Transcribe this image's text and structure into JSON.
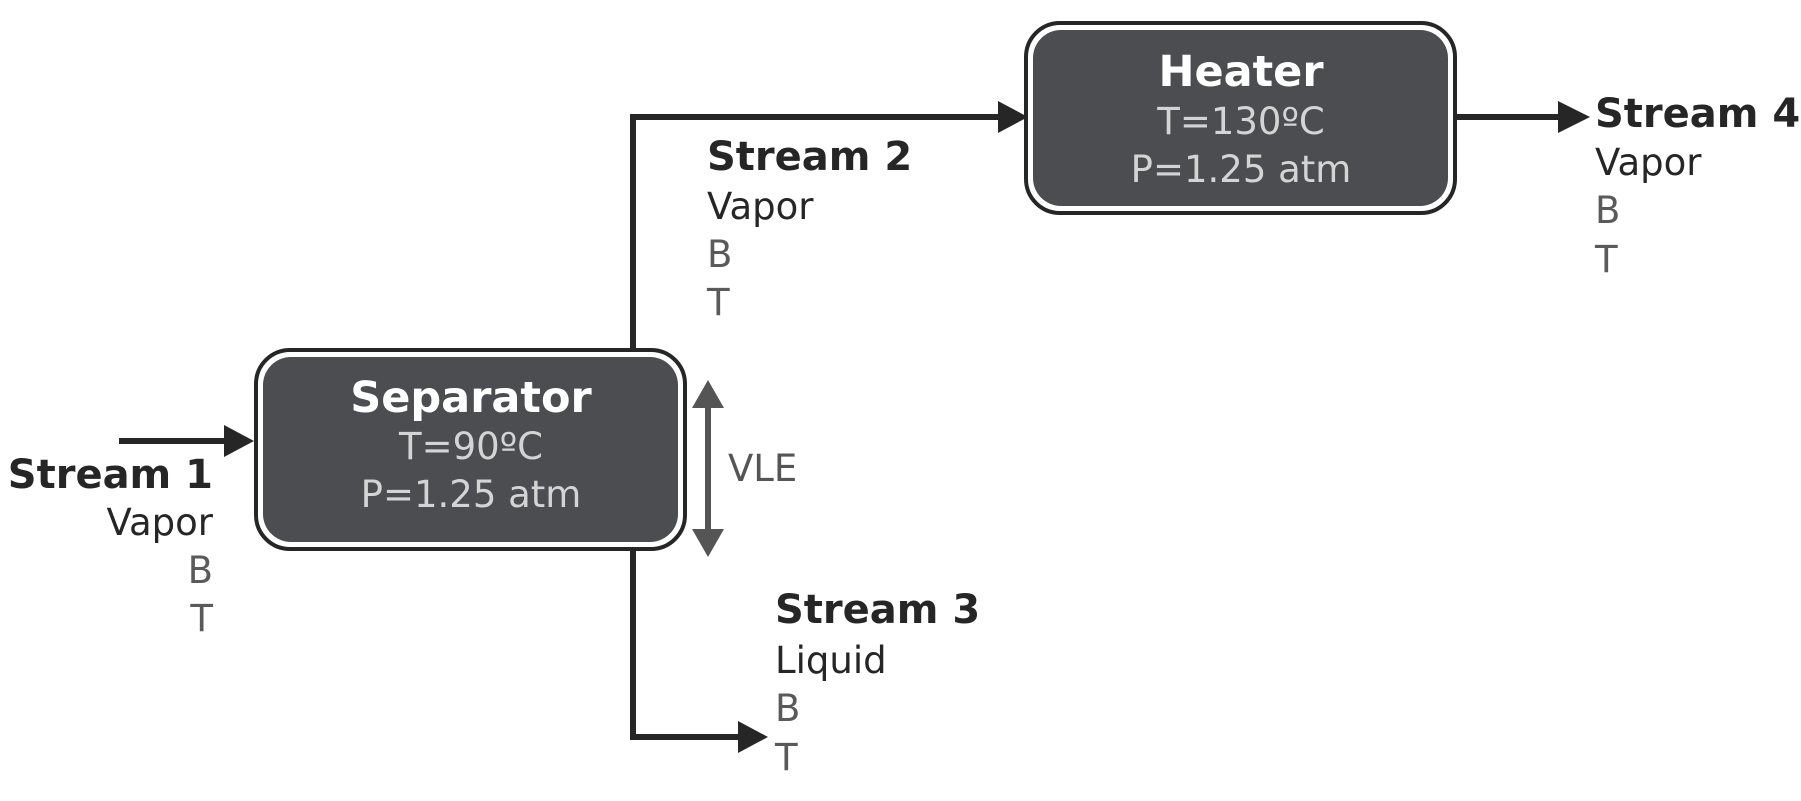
{
  "units": {
    "separator": {
      "title": "Separator",
      "temperature": "T=90ºC",
      "pressure": "P=1.25 atm"
    },
    "heater": {
      "title": "Heater",
      "temperature": "T=130ºC",
      "pressure": "P=1.25 atm"
    }
  },
  "streams": {
    "stream1": {
      "name": "Stream 1",
      "phase": "Vapor",
      "components": [
        "B",
        "T"
      ]
    },
    "stream2": {
      "name": "Stream 2",
      "phase": "Vapor",
      "components": [
        "B",
        "T"
      ]
    },
    "stream3": {
      "name": "Stream 3",
      "phase": "Liquid",
      "components": [
        "B",
        "T"
      ]
    },
    "stream4": {
      "name": "Stream 4",
      "phase": "Vapor",
      "components": [
        "B",
        "T"
      ]
    }
  },
  "vle_label": "VLE",
  "colors": {
    "unit_fill": "#4b4d50",
    "line": "#262626",
    "vle_arrow": "#555555"
  }
}
